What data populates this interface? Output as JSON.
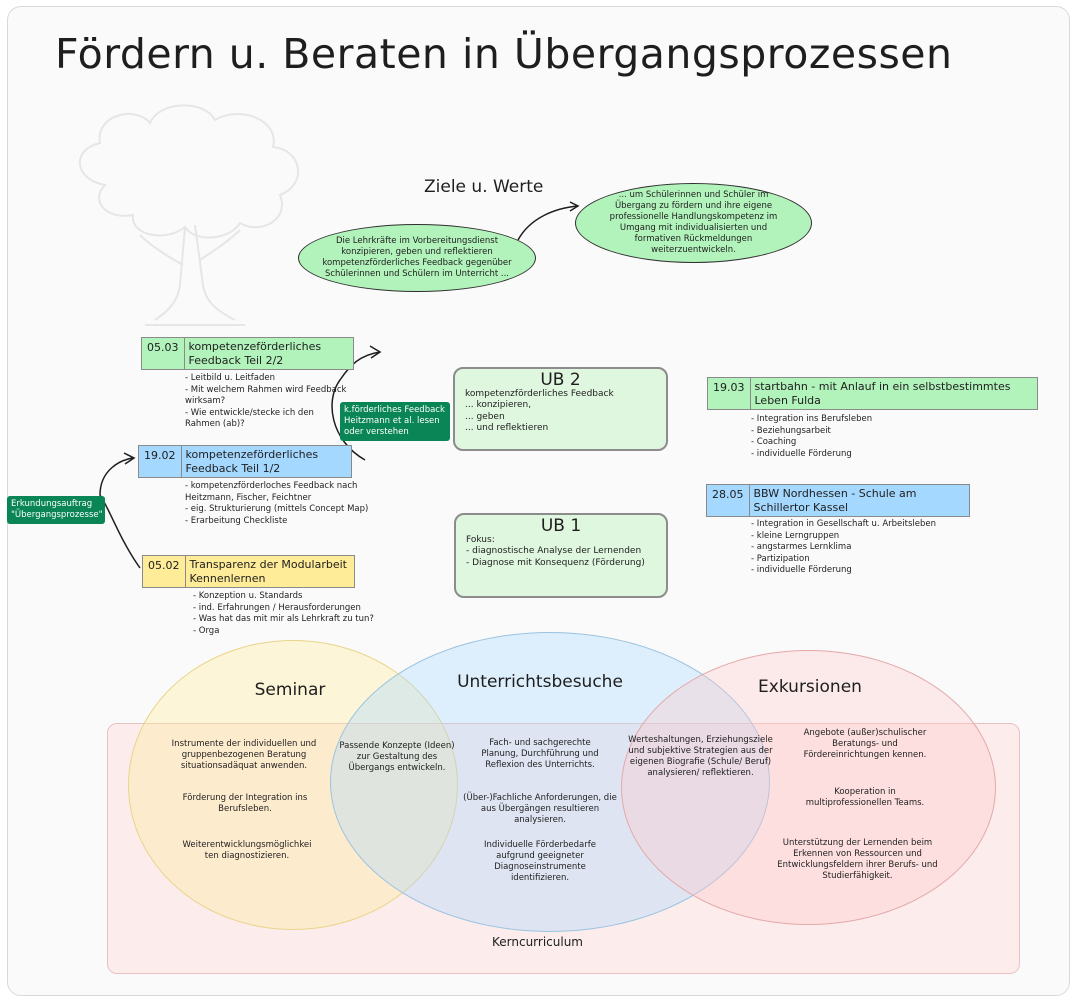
{
  "title": "Fördern u. Beraten in Übergangsprozessen",
  "ziele": {
    "heading": "Ziele u. Werte",
    "left": "Die Lehrkräfte im Vorbereitungsdienst konzipieren, geben und reflektieren kompetenzförderliches Feedback gegenüber Schülerinnen und Schülern im Unterricht ...",
    "right": "... um Schülerinnen und Schüler im Übergang zu fördern und ihre eigene professionelle Handlungskompetenz im Umgang mit individualisierten und formativen Rückmeldungen weiterzuentwickeln."
  },
  "sessions": [
    {
      "date": "05.03",
      "title": "kompetenzeförderliches Feedback Teil 2/2",
      "color": "#b2f2bb",
      "bullets": [
        "- Leitbild u. Leitfaden",
        "- Mit welchem Rahmen wird Feedback",
        "wirksam?",
        "- Wie entwickle/stecke ich den",
        "Rahmen (ab)?"
      ]
    },
    {
      "date": "19.02",
      "title": "kompetenzeförderliches Feedback Teil 1/2",
      "color": "#a5d8ff",
      "bullets": [
        "- kompetenzförderloches Feedback nach",
        "Heitzmann, Fischer, Feichtner",
        "- eig. Strukturierung (mittels Concept Map)",
        "- Erarbeitung Checkliste"
      ]
    },
    {
      "date": "05.02",
      "title": "Transparenz der Modularbeit Kennenlernen",
      "color": "#ffec99",
      "bullets": [
        "- Konzeption u. Standards",
        "- ind. Erfahrungen / Herausforderungen",
        "- Was hat das mit mir als Lehrkraft zu tun?",
        "- Orga"
      ]
    },
    {
      "date": "19.03",
      "title": "startbahn - mit Anlauf in ein selbstbestimmtes Leben Fulda",
      "color": "#b2f2bb",
      "bullets": [
        "- Integration ins Berufsleben",
        "- Beziehungsarbeit",
        "- Coaching",
        "- individuelle Förderung"
      ]
    },
    {
      "date": "28.05",
      "title": "BBW Nordhessen - Schule am Schillertor Kassel",
      "color": "#a5d8ff",
      "bullets": [
        "- Integration in Gesellschaft u. Arbeitsleben",
        "- kleine Lerngruppen",
        "- angstarmes Lernklima",
        "- Partizipation",
        "- individuelle Förderung"
      ]
    }
  ],
  "tags": {
    "feedback": "k.förderliches Feedback Heitzmann et al. lesen oder verstehen",
    "erkundung": "Erkundungsauftrag \"Übergangsprozesse\""
  },
  "ub2": {
    "title": "UB 2",
    "lines": [
      "kompetenzförderliches Feedback",
      "... konzipieren,",
      "... geben",
      "... und reflektieren"
    ]
  },
  "ub1": {
    "title": "UB 1",
    "lines": [
      "Fokus:",
      "- diagnostische Analyse der Lernenden",
      "- Diagnose mit Konsequenz (Förderung)"
    ]
  },
  "venn": {
    "seminar": {
      "title": "Seminar",
      "color": "#fff3bf",
      "items": [
        "Instrumente der individuellen und gruppenbezogenen Beratung situationsadäquat anwenden.",
        "Förderung der Integration ins Berufsleben.",
        "Weiterentwicklungsmöglichkei ten diagnostizieren."
      ]
    },
    "overlap_seminar_ub": "Passende Konzepte (Ideen) zur Gestaltung des Übergangs entwickeln.",
    "unterricht": {
      "title": "Unterrichtsbesuche",
      "color": "#d0ebff",
      "items": [
        "Fach- und sachgerechte Planung, Durchführung und Reflexion des Unterrichts.",
        "(Über-)Fachliche Anforderungen, die aus Übergängen resultieren analysieren.",
        "Individuelle Förderbedarfe aufgrund geeigneter Diagnoseinstrumente identifizieren."
      ]
    },
    "overlap_ub_exkursion": "Werteshaltungen, Erziehungsziele und subjektive Strategien aus der eigenen Biografie (Schule/ Beruf) analysieren/ reflektieren.",
    "exkursionen": {
      "title": "Exkursionen",
      "color": "#ffe3e3",
      "items": [
        "Angebote (außer)schulischer Beratungs- und Fördereinrichtungen kennen.",
        "Kooperation in multiprofessionellen Teams.",
        "Unterstützung der Lernenden beim Erkennen von Ressourcen und Entwicklungsfeldern ihrer Berufs- und Studierfähigkeit."
      ]
    },
    "kerncurriculum": "Kerncurriculum"
  }
}
